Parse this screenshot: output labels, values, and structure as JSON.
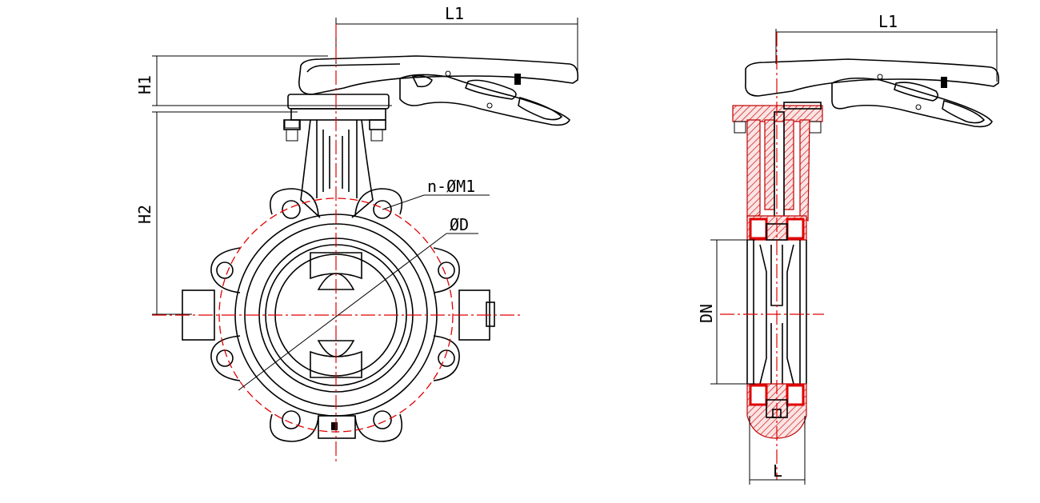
{
  "labels": {
    "front_l1": "L1",
    "front_h1": "H1",
    "front_h2": "H2",
    "bolt_note": "n-ØM1",
    "diameter_note": "ØD",
    "side_l1": "L1",
    "side_dn": "DN",
    "side_l": "L"
  },
  "colors": {
    "outline": "#000000",
    "centerline": "#e00000",
    "section": "#c00000"
  }
}
